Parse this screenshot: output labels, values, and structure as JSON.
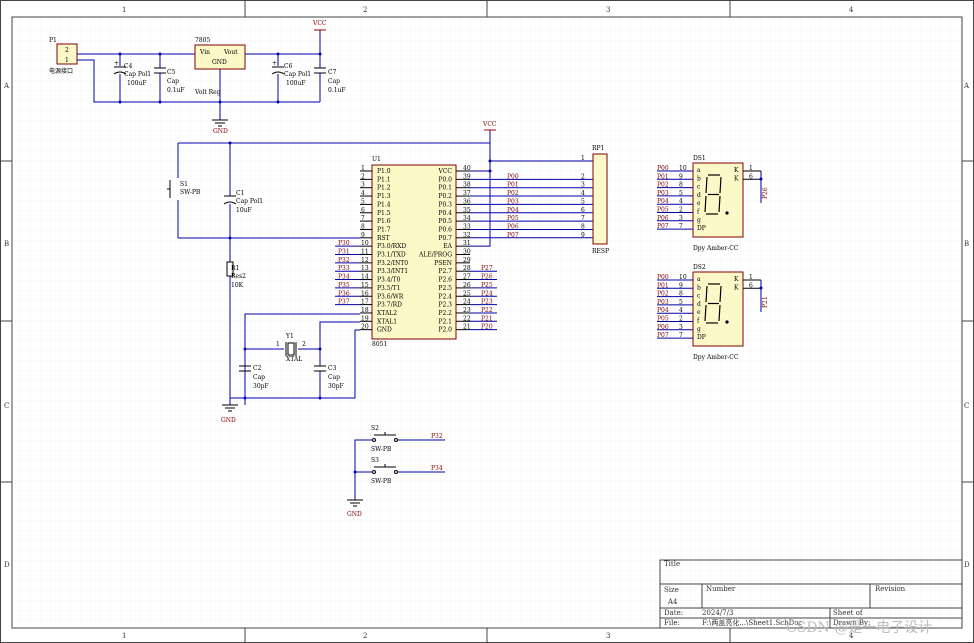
{
  "border": {
    "cols": [
      "1",
      "2",
      "3",
      "4"
    ],
    "rows": [
      "A",
      "B",
      "C",
      "D"
    ]
  },
  "power": {
    "vcc": "VCC",
    "gnd": "GND"
  },
  "p1": {
    "ref": "P1",
    "name": "电源接口",
    "pins": [
      "2",
      "1"
    ]
  },
  "c4": {
    "ref": "C4",
    "type": "Cap Pol1",
    "value": "100uF"
  },
  "c5": {
    "ref": "C5",
    "type": "Cap",
    "value": "0.1uF"
  },
  "reg": {
    "ref": "7805",
    "vin": "Vin",
    "vout": "Vout",
    "gnd": "GND",
    "label": "Volt Reg"
  },
  "c6": {
    "ref": "C6",
    "type": "Cap Pol1",
    "value": "100uF"
  },
  "c7": {
    "ref": "C7",
    "type": "Cap",
    "value": "0.1uF"
  },
  "s1": {
    "ref": "S1",
    "type": "SW-PB"
  },
  "c1": {
    "ref": "C1",
    "type": "Cap Pol1",
    "value": "10uF"
  },
  "r1": {
    "ref": "R1",
    "type": "Res2",
    "value": "10K"
  },
  "v1": {
    "ref": "Y1",
    "type": "XTAL",
    "pin1": "1",
    "pin2": "2"
  },
  "c2": {
    "ref": "C2",
    "type": "Cap",
    "value": "30pF"
  },
  "c3": {
    "ref": "C3",
    "type": "Cap",
    "value": "30pF"
  },
  "u1": {
    "ref": "U1",
    "part": "8051",
    "left": [
      {
        "num": "1",
        "name": "P1.0"
      },
      {
        "num": "2",
        "name": "P1.1"
      },
      {
        "num": "3",
        "name": "P1.2"
      },
      {
        "num": "4",
        "name": "P1.3"
      },
      {
        "num": "5",
        "name": "P1.4"
      },
      {
        "num": "6",
        "name": "P1.5"
      },
      {
        "num": "7",
        "name": "P1.6"
      },
      {
        "num": "8",
        "name": "P1.7"
      },
      {
        "num": "9",
        "name": "RST"
      },
      {
        "num": "10",
        "name": "P3.0/RXD",
        "net": "P30"
      },
      {
        "num": "11",
        "name": "P3.1/TXD",
        "net": "P31"
      },
      {
        "num": "12",
        "name": "P3.2/INT0",
        "net": "P32"
      },
      {
        "num": "13",
        "name": "P3.3/INT1",
        "net": "P33"
      },
      {
        "num": "14",
        "name": "P3.4/T0",
        "net": "P34"
      },
      {
        "num": "15",
        "name": "P3.5/T1",
        "net": "P35"
      },
      {
        "num": "16",
        "name": "P3.6/WR",
        "net": "P36"
      },
      {
        "num": "17",
        "name": "P3.7/RD",
        "net": "P37"
      },
      {
        "num": "18",
        "name": "XTAL2"
      },
      {
        "num": "19",
        "name": "XTAL1"
      },
      {
        "num": "20",
        "name": "GND"
      }
    ],
    "right": [
      {
        "num": "40",
        "name": "VCC"
      },
      {
        "num": "39",
        "name": "P0.0",
        "net": "P00"
      },
      {
        "num": "38",
        "name": "P0.1",
        "net": "P01"
      },
      {
        "num": "37",
        "name": "P0.2",
        "net": "P02"
      },
      {
        "num": "36",
        "name": "P0.3",
        "net": "P03"
      },
      {
        "num": "35",
        "name": "P0.4",
        "net": "P04"
      },
      {
        "num": "34",
        "name": "P0.5",
        "net": "P05"
      },
      {
        "num": "33",
        "name": "P0.6",
        "net": "P06"
      },
      {
        "num": "32",
        "name": "P0.7",
        "net": "P07"
      },
      {
        "num": "31",
        "name": "EA"
      },
      {
        "num": "30",
        "name": "ALE/PROG"
      },
      {
        "num": "29",
        "name": "PSEN"
      },
      {
        "num": "28",
        "name": "P2.7",
        "net": "P27"
      },
      {
        "num": "27",
        "name": "P2.6",
        "net": "P26"
      },
      {
        "num": "26",
        "name": "P2.5",
        "net": "P25"
      },
      {
        "num": "25",
        "name": "P2.4",
        "net": "P24"
      },
      {
        "num": "24",
        "name": "P2.3",
        "net": "P23"
      },
      {
        "num": "23",
        "name": "P2.2",
        "net": "P22"
      },
      {
        "num": "22",
        "name": "P2.1",
        "net": "P21"
      },
      {
        "num": "21",
        "name": "P2.0",
        "net": "P20"
      }
    ]
  },
  "rp1": {
    "ref": "RP1",
    "type": "RESP",
    "pins": [
      "1",
      "2",
      "3",
      "4",
      "5",
      "6",
      "7",
      "8",
      "9"
    ]
  },
  "ds1": {
    "ref": "DS1",
    "type": "Dpy Amber-CC",
    "common_net": "P26",
    "segs": [
      {
        "net": "P00",
        "pin": "10",
        "seg": "a"
      },
      {
        "net": "P01",
        "pin": "9",
        "seg": "b"
      },
      {
        "net": "P02",
        "pin": "8",
        "seg": "c"
      },
      {
        "net": "P03",
        "pin": "5",
        "seg": "d"
      },
      {
        "net": "P04",
        "pin": "4",
        "seg": "e"
      },
      {
        "net": "P05",
        "pin": "2",
        "seg": "f"
      },
      {
        "net": "P06",
        "pin": "3",
        "seg": "g"
      },
      {
        "net": "P07",
        "pin": "7",
        "seg": "DP"
      }
    ],
    "k": [
      {
        "pin": "1",
        "name": "K"
      },
      {
        "pin": "6",
        "name": "K"
      }
    ]
  },
  "ds2": {
    "ref": "DS2",
    "type": "Dpy Amber-CC",
    "common_net": "P21",
    "segs": [
      {
        "net": "P00",
        "pin": "10",
        "seg": "a"
      },
      {
        "net": "P01",
        "pin": "9",
        "seg": "b"
      },
      {
        "net": "P02",
        "pin": "8",
        "seg": "c"
      },
      {
        "net": "P03",
        "pin": "5",
        "seg": "d"
      },
      {
        "net": "P04",
        "pin": "4",
        "seg": "e"
      },
      {
        "net": "P05",
        "pin": "2",
        "seg": "f"
      },
      {
        "net": "P06",
        "pin": "3",
        "seg": "g"
      },
      {
        "net": "P07",
        "pin": "7",
        "seg": "DP"
      }
    ],
    "k": [
      {
        "pin": "1",
        "name": "K"
      },
      {
        "pin": "6",
        "name": "K"
      }
    ]
  },
  "s2": {
    "ref": "S2",
    "type": "SW-PB",
    "net": "P32"
  },
  "s3": {
    "ref": "S3",
    "type": "SW-PB",
    "net": "P34"
  },
  "title_block": {
    "title_label": "Title",
    "size_label": "Size",
    "size": "A4",
    "number_label": "Number",
    "revision_label": "Revision",
    "date_label": "Date:",
    "date": "2024/7/3",
    "file_label": "File:",
    "file": "F:\\两盖亮化...\\Sheet1.SchDoc",
    "sheet_label": "Sheet   of",
    "drawn_label": "Drawn By:"
  },
  "watermark": "CSDN @是一电子设计"
}
